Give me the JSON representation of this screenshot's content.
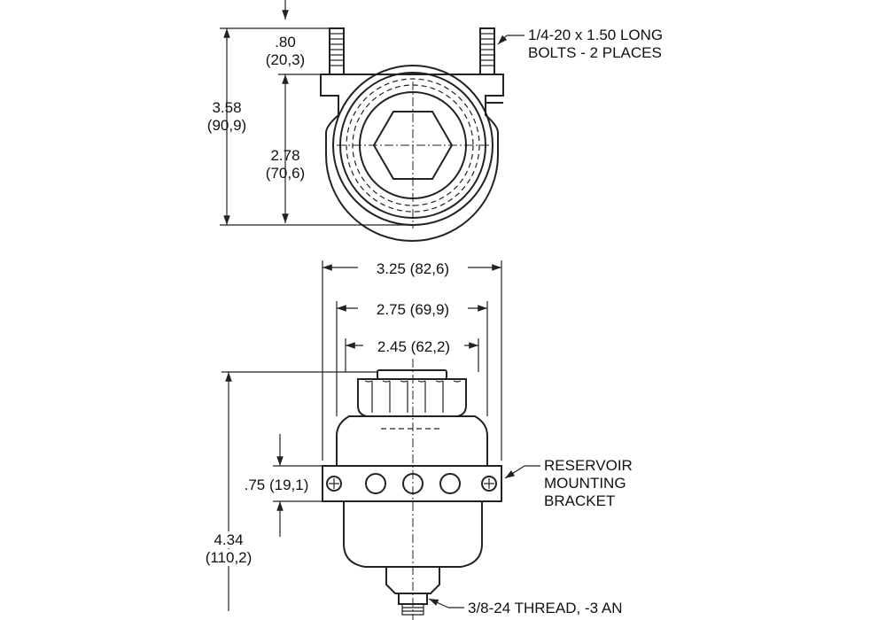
{
  "top_view": {
    "bolt_width": ".80",
    "bolt_width_mm": "(20,3)",
    "overall_height": "3.58",
    "overall_height_mm": "(90,9)",
    "center_height": "2.78",
    "center_height_mm": "(70,6)",
    "bolt_note_line1": "1/4-20 x 1.50 LONG",
    "bolt_note_line2": "BOLTS - 2 PLACES"
  },
  "front_view": {
    "width_bracket": "3.25 (82,6)",
    "width_body": "2.75 (69,9)",
    "width_cap": "2.45 (62,2)",
    "bracket_height": ".75 (19,1)",
    "overall_height": "4.34",
    "overall_height_mm": "(110,2)",
    "bracket_note_line1": "RESERVOIR",
    "bracket_note_line2": "MOUNTING",
    "bracket_note_line3": "BRACKET",
    "thread_note": "3/8-24 THREAD, -3 AN"
  }
}
